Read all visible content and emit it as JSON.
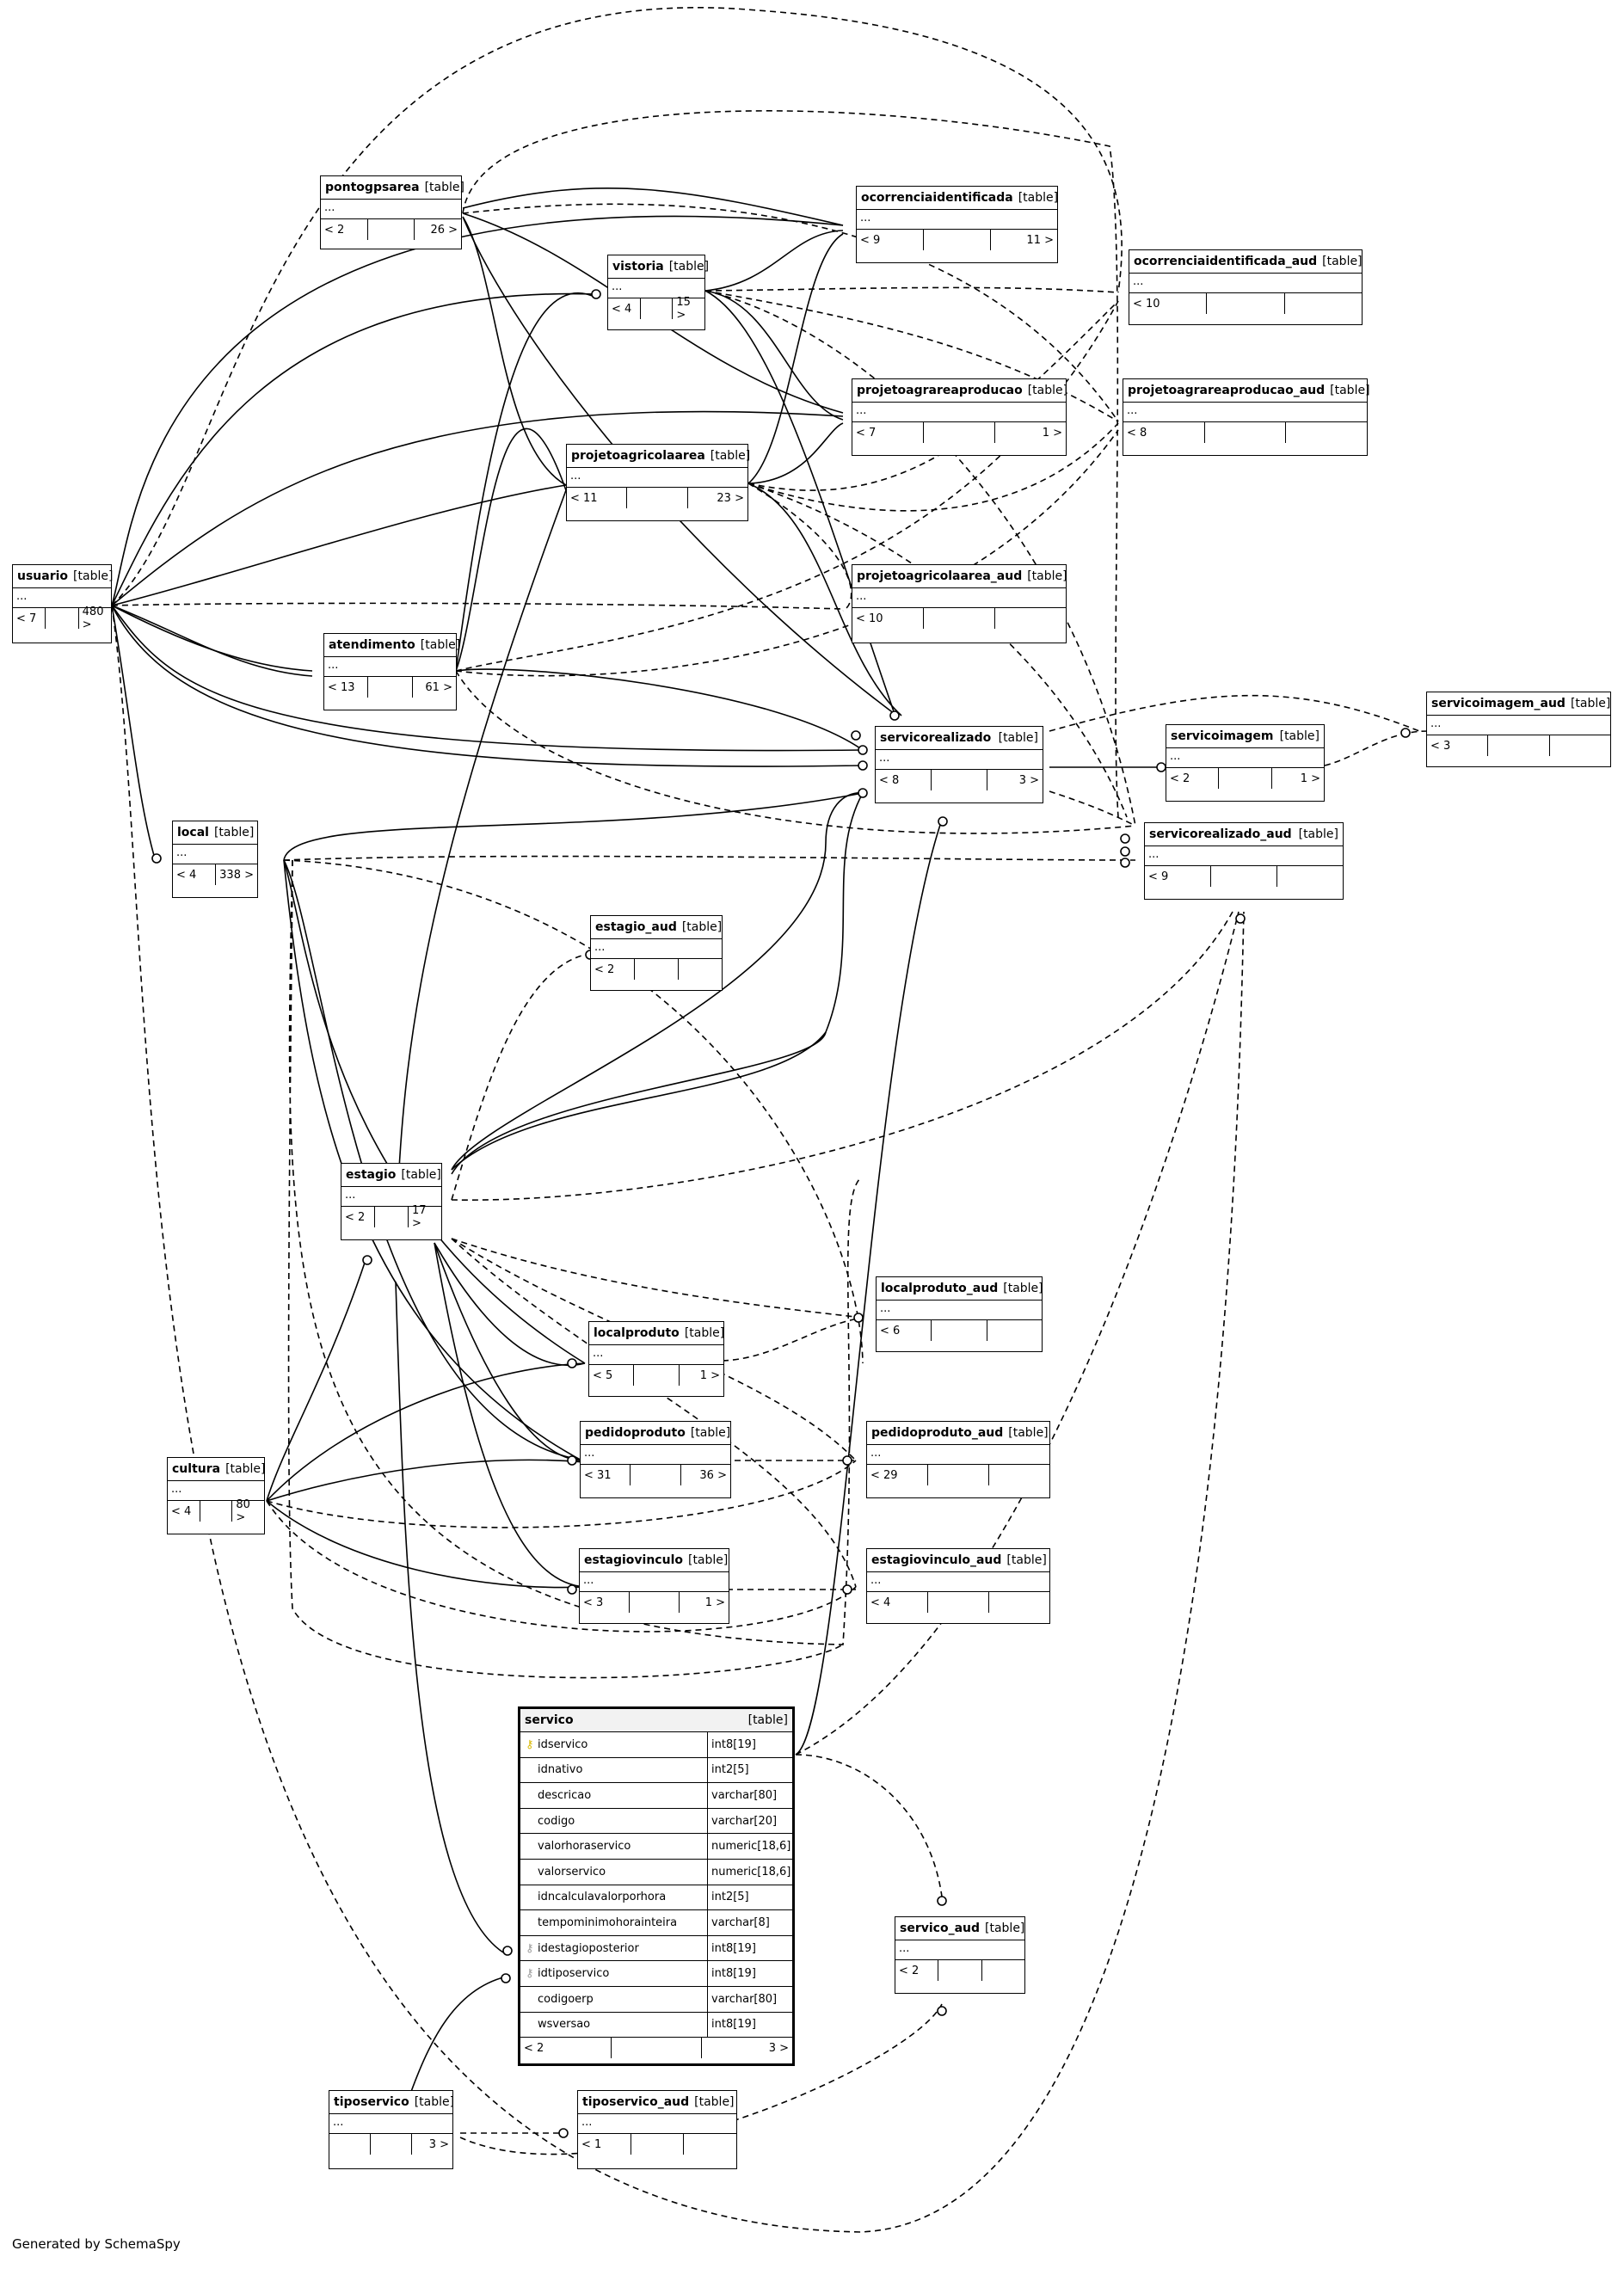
{
  "footer": "Generated by SchemaSpy",
  "tables": {
    "pontogpsarea": {
      "name": "pontogpsarea",
      "tag": "[table]",
      "dots": "...",
      "parents": "< 2",
      "children": "26 >"
    },
    "ocorrenciaidentificada": {
      "name": "ocorrenciaidentificada",
      "tag": "[table]",
      "dots": "...",
      "parents": "< 9",
      "children": "11 >"
    },
    "ocorrenciaidentificada_aud": {
      "name": "ocorrenciaidentificada_aud",
      "tag": "[table]",
      "dots": "...",
      "parents": "< 10",
      "children": ""
    },
    "vistoria": {
      "name": "vistoria",
      "tag": "[table]",
      "dots": "...",
      "parents": "< 4",
      "children": "15 >"
    },
    "projetoagrareaproducao": {
      "name": "projetoagrareaproducao",
      "tag": "[table]",
      "dots": "...",
      "parents": "< 7",
      "children": "1 >"
    },
    "projetoagrareaproducao_aud": {
      "name": "projetoagrareaproducao_aud",
      "tag": "[table]",
      "dots": "...",
      "parents": "< 8",
      "children": ""
    },
    "projetoagricolaarea": {
      "name": "projetoagricolaarea",
      "tag": "[table]",
      "dots": "...",
      "parents": "< 11",
      "children": "23 >"
    },
    "usuario": {
      "name": "usuario",
      "tag": "[table]",
      "dots": "...",
      "parents": "< 7",
      "children": "480 >"
    },
    "projetoagricolaarea_aud": {
      "name": "projetoagricolaarea_aud",
      "tag": "[table]",
      "dots": "...",
      "parents": "< 10",
      "children": ""
    },
    "atendimento": {
      "name": "atendimento",
      "tag": "[table]",
      "dots": "...",
      "parents": "< 13",
      "children": "61 >"
    },
    "servicoimagem_aud": {
      "name": "servicoimagem_aud",
      "tag": "[table]",
      "dots": "...",
      "parents": "< 3",
      "children": ""
    },
    "servicorealizado": {
      "name": "servicorealizado",
      "tag": "[table]",
      "dots": "...",
      "parents": "< 8",
      "children": "3 >"
    },
    "servicoimagem": {
      "name": "servicoimagem",
      "tag": "[table]",
      "dots": "...",
      "parents": "< 2",
      "children": "1 >"
    },
    "servicorealizado_aud": {
      "name": "servicorealizado_aud",
      "tag": "[table]",
      "dots": "...",
      "parents": "< 9",
      "children": ""
    },
    "local": {
      "name": "local",
      "tag": "[table]",
      "dots": "...",
      "parents": "< 4",
      "children": "338 >"
    },
    "estagio_aud": {
      "name": "estagio_aud",
      "tag": "[table]",
      "dots": "...",
      "parents": "< 2",
      "children": ""
    },
    "estagio": {
      "name": "estagio",
      "tag": "[table]",
      "dots": "...",
      "parents": "< 2",
      "children": "17 >"
    },
    "localproduto_aud": {
      "name": "localproduto_aud",
      "tag": "[table]",
      "dots": "...",
      "parents": "< 6",
      "children": ""
    },
    "localproduto": {
      "name": "localproduto",
      "tag": "[table]",
      "dots": "...",
      "parents": "< 5",
      "children": "1 >"
    },
    "pedidoproduto": {
      "name": "pedidoproduto",
      "tag": "[table]",
      "dots": "...",
      "parents": "< 31",
      "children": "36 >"
    },
    "pedidoproduto_aud": {
      "name": "pedidoproduto_aud",
      "tag": "[table]",
      "dots": "...",
      "parents": "< 29",
      "children": ""
    },
    "cultura": {
      "name": "cultura",
      "tag": "[table]",
      "dots": "...",
      "parents": "< 4",
      "children": "80 >"
    },
    "estagiovinculo": {
      "name": "estagiovinculo",
      "tag": "[table]",
      "dots": "...",
      "parents": "< 3",
      "children": "1 >"
    },
    "estagiovinculo_aud": {
      "name": "estagiovinculo_aud",
      "tag": "[table]",
      "dots": "...",
      "parents": "< 4",
      "children": ""
    },
    "servico_aud": {
      "name": "servico_aud",
      "tag": "[table]",
      "dots": "...",
      "parents": "< 2",
      "children": ""
    },
    "tiposervico": {
      "name": "tiposervico",
      "tag": "[table]",
      "dots": "...",
      "parents": "",
      "children": "3 >"
    },
    "tiposervico_aud": {
      "name": "tiposervico_aud",
      "tag": "[table]",
      "dots": "...",
      "parents": "< 1",
      "children": ""
    }
  },
  "servico": {
    "name": "servico",
    "tag": "[table]",
    "parents": "< 2",
    "children": "3 >",
    "columns": [
      {
        "name": "idservico",
        "type": "int8[19]",
        "key": "pk"
      },
      {
        "name": "idnativo",
        "type": "int2[5]",
        "key": ""
      },
      {
        "name": "descricao",
        "type": "varchar[80]",
        "key": ""
      },
      {
        "name": "codigo",
        "type": "varchar[20]",
        "key": ""
      },
      {
        "name": "valorhoraservico",
        "type": "numeric[18,6]",
        "key": ""
      },
      {
        "name": "valorservico",
        "type": "numeric[18,6]",
        "key": ""
      },
      {
        "name": "idncalculavalorporhora",
        "type": "int2[5]",
        "key": ""
      },
      {
        "name": "tempominimohorainteira",
        "type": "varchar[8]",
        "key": ""
      },
      {
        "name": "idestagioposterior",
        "type": "int8[19]",
        "key": "fk"
      },
      {
        "name": "idtiposervico",
        "type": "int8[19]",
        "key": "fk"
      },
      {
        "name": "codigoerp",
        "type": "varchar[80]",
        "key": ""
      },
      {
        "name": "wsversao",
        "type": "int8[19]",
        "key": ""
      }
    ]
  }
}
